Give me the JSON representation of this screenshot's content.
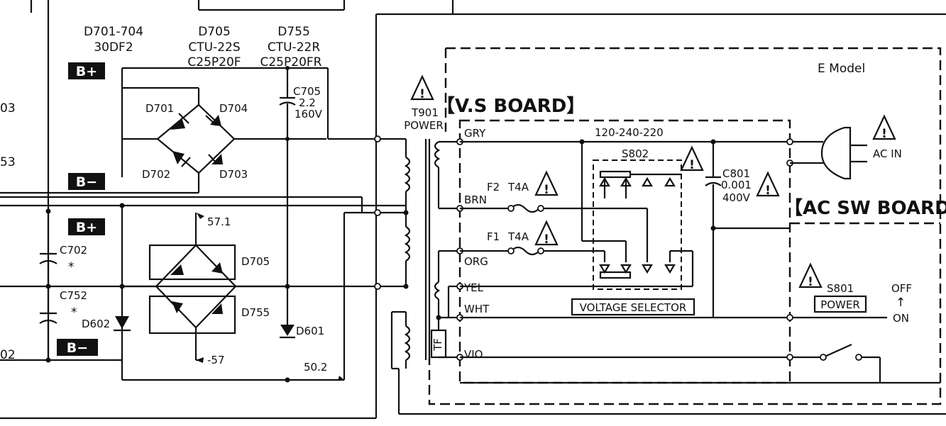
{
  "left_labels": {
    "d701_704": "D701-704",
    "d701_704_part": "30DF2",
    "d705": "D705",
    "d705_p1": "CTU-22S",
    "d705_p2": "C25P20F",
    "d755": "D755",
    "d755_p1": "CTU-22R",
    "d755_p2": "C25P20FR",
    "edge_03": "03",
    "edge_53": "53",
    "edge_02": "02"
  },
  "badges": {
    "b_plus_1": "B+",
    "b_minus_1": "B−",
    "b_plus_2": "B+",
    "b_minus_2": "B−"
  },
  "diodes": {
    "d701": "D701",
    "d704": "D704",
    "d702": "D702",
    "d703": "D703",
    "d705": "D705",
    "d755": "D755",
    "d601": "D601",
    "d602": "D602"
  },
  "caps": {
    "c705": "C705",
    "c705_v": "2.2",
    "c705_w": "160V",
    "c702": "C702",
    "c752": "C752",
    "star": "*"
  },
  "voltages": {
    "v57_1": "57.1",
    "v_57": "-57",
    "v50_2": "50.2"
  },
  "transformer": {
    "t901": "T901",
    "power": "POWER"
  },
  "vs_board": {
    "title": "【V.S BOARD】",
    "gry": "GRY",
    "brn": "BRN",
    "org": "ORG",
    "yel": "YEL",
    "wht": "WHT",
    "vio": "VIO",
    "tf": "TF",
    "f2": "F2",
    "f2_rating": "T4A",
    "f1": "F1",
    "f1_rating": "T4A",
    "voltage_range": "120-240-220",
    "s802": "S802",
    "voltage_selector": "VOLTAGE SELECTOR",
    "c801": "C801",
    "c801_v": "0.001",
    "c801_w": "400V"
  },
  "ac_section": {
    "model": "E Model",
    "ac_in": "AC IN",
    "ac_sw_board": "【AC SW BOARD】",
    "s801": "S801",
    "power_label": "POWER",
    "off": "OFF",
    "on": "ON",
    "arrow": "↑"
  }
}
